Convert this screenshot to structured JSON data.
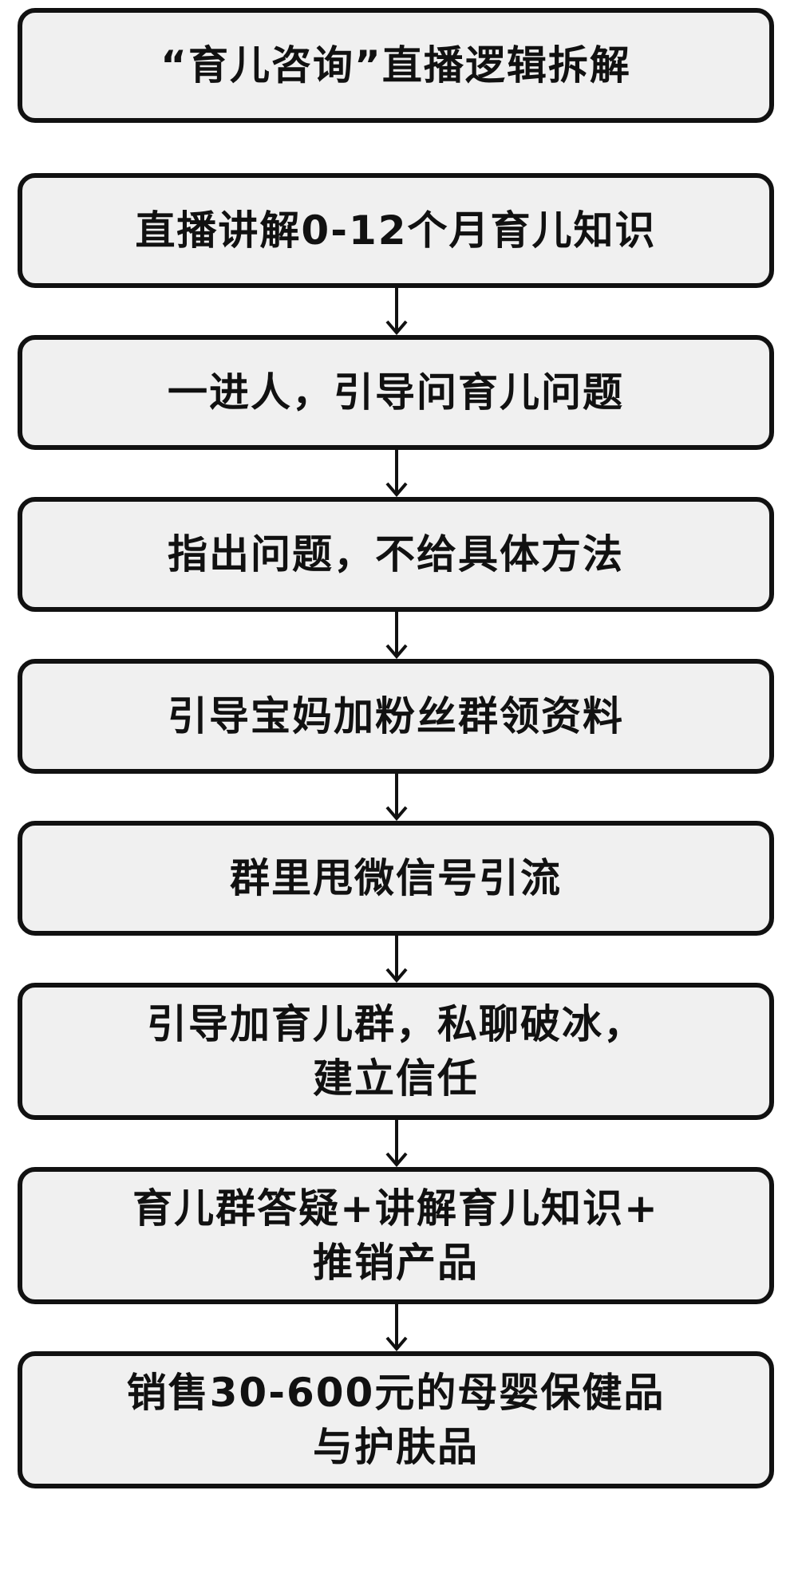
{
  "flowchart": {
    "title": "“育儿咨询”直播逻辑拆解",
    "steps": [
      {
        "label": "直播讲解0-12个月育儿知识"
      },
      {
        "label": "一进人，引导问育儿问题"
      },
      {
        "label": "指出问题，不给具体方法"
      },
      {
        "label": "引导宝妈加粉丝群领资料"
      },
      {
        "label": "群里甩微信号引流"
      },
      {
        "label": "引导加育儿群，私聊破冰，\n建立信任"
      },
      {
        "label": "育儿群答疑+讲解育儿知识+\n推销产品"
      },
      {
        "label": "销售30-600元的母婴保健品\n与护肤品"
      }
    ]
  }
}
